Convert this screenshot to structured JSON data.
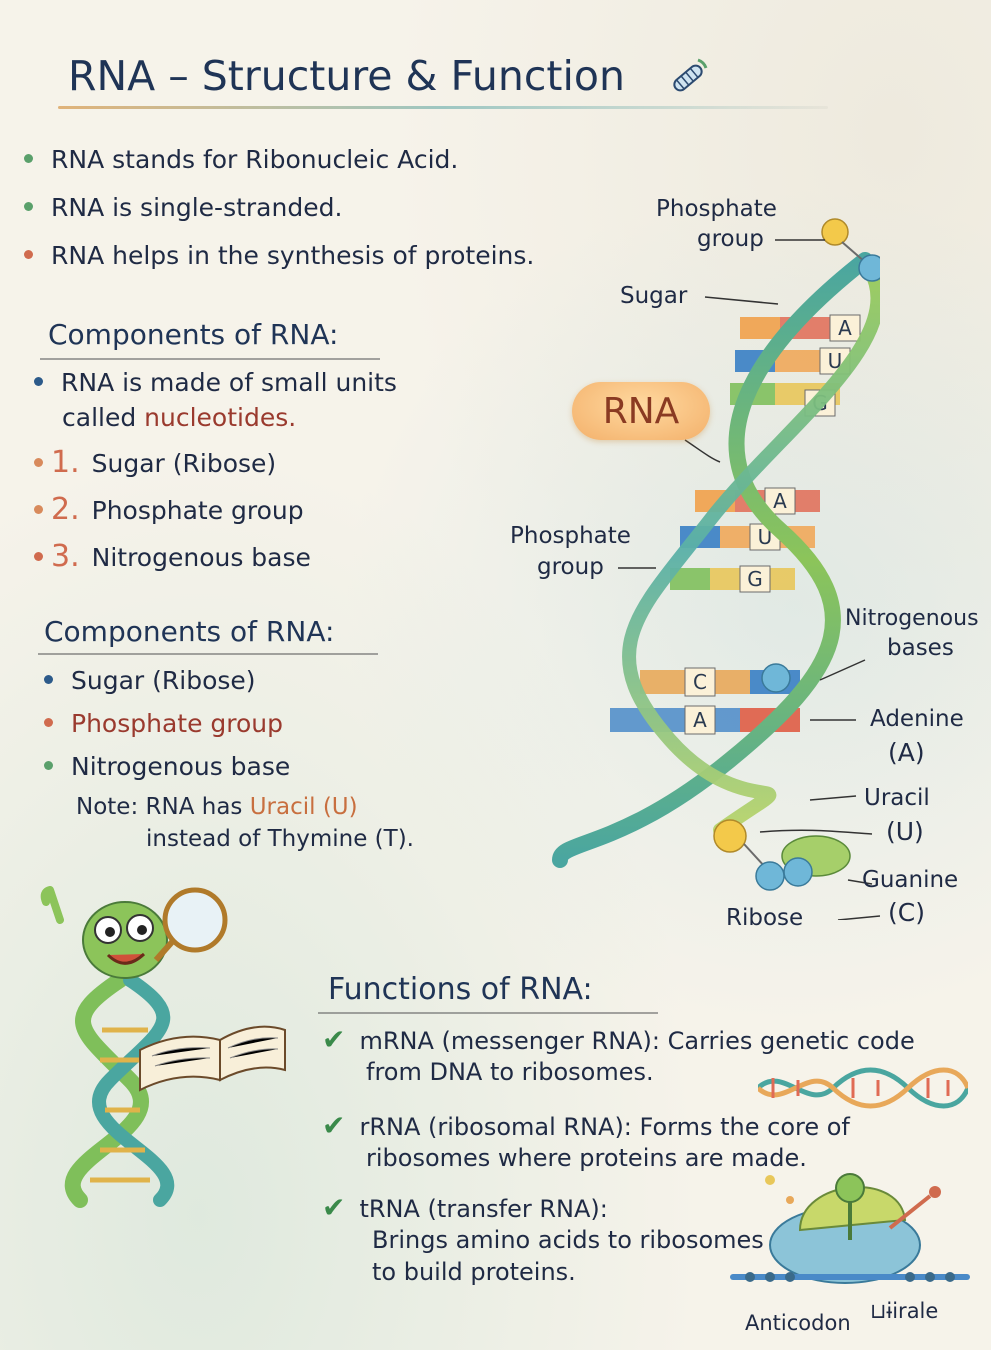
{
  "title": "RNA – Structure & Function",
  "intro": [
    "RNA stands for Ribonucleic Acid.",
    "RNA is single-stranded.",
    "RNA helps in the synthesis of proteins."
  ],
  "components1": {
    "heading": "Components of RNA:",
    "note_line1": "RNA is made of small units",
    "note_line2_a": "called ",
    "note_line2_b": "nucleotides.",
    "items": [
      {
        "num": "1.",
        "label": "Sugar (Ribose)"
      },
      {
        "num": "2.",
        "label": "Phosphate group"
      },
      {
        "num": "3.",
        "label": "Nitrogenous base"
      }
    ]
  },
  "components2": {
    "heading": "Components of RNA:",
    "items": [
      "Sugar (Ribose)",
      "Phosphate group",
      "Nitrogenous base"
    ],
    "note_a": "Note: RNA has ",
    "note_b": "Uracil (U)",
    "note_c": "instead of Thymine (T)."
  },
  "diagram": {
    "rna_label": "RNA",
    "phosphate_top_1": "Phosphate",
    "phosphate_top_2": "group",
    "sugar": "Sugar",
    "phosphate_mid_1": "Phosphate",
    "phosphate_mid_2": "group",
    "nitrogenous_1": "Nitrogenous",
    "nitrogenous_2": "bases",
    "adenine_1": "Adenine",
    "adenine_2": "(A)",
    "uracil_1": "Uracil",
    "uracil_2": "(U)",
    "guanine_1": "Guanine",
    "guanine_2": "(C)",
    "ribose": "Ribose",
    "bases": [
      "A",
      "U",
      "G",
      "A",
      "U",
      "G",
      "C",
      "A"
    ]
  },
  "functions": {
    "heading": "Functions of RNA:",
    "items": [
      {
        "line1": "mRNA (messenger RNA): Carries genetic code",
        "line2": "from DNA to ribosomes."
      },
      {
        "line1": "rRNA (ribosomal RNA): Forms the core of",
        "line2": "ribosomes where proteins are made."
      },
      {
        "line1": "tRNA (transfer RNA):",
        "line2": "Brings amino acids to ribosomes",
        "line3": "to build proteins."
      }
    ]
  },
  "ribosome_labels": {
    "anticodon": "Anticodon",
    "other": "⊔ɨirale"
  },
  "colors": {
    "strand_green": "#7fbf5a",
    "strand_teal": "#4aa6a0",
    "base_red": "#e06b55",
    "base_orange": "#f0a85a",
    "base_yellow": "#e8c75a",
    "base_blue": "#4a8ac8",
    "base_green": "#8ac46a",
    "phosphate": "#f3c94a",
    "sugar_ball": "#6fb7d8"
  }
}
